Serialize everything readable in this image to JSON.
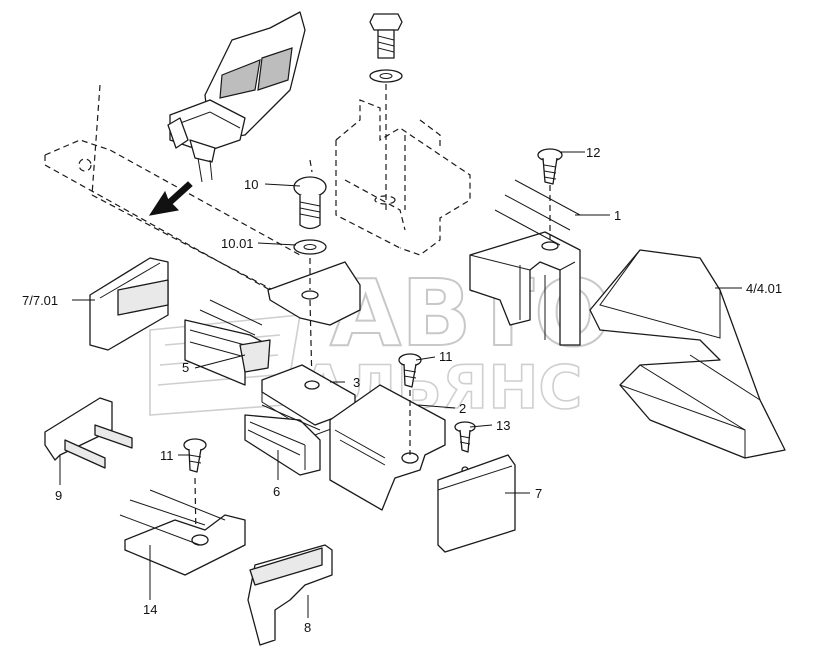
{
  "watermark": {
    "line1": "АВТО",
    "line2": "АЛЬЯНС"
  },
  "labels": {
    "l1": "1",
    "l2": "2",
    "l3": "3",
    "l4": "4/4.01",
    "l5": "5",
    "l6": "6",
    "l7": "7",
    "l7b": "7/7.01",
    "l8": "8",
    "l9": "9",
    "l10": "10",
    "l1001": "10.01",
    "l11a": "11",
    "l11b": "11",
    "l12": "12",
    "l13": "13",
    "l14": "14"
  }
}
